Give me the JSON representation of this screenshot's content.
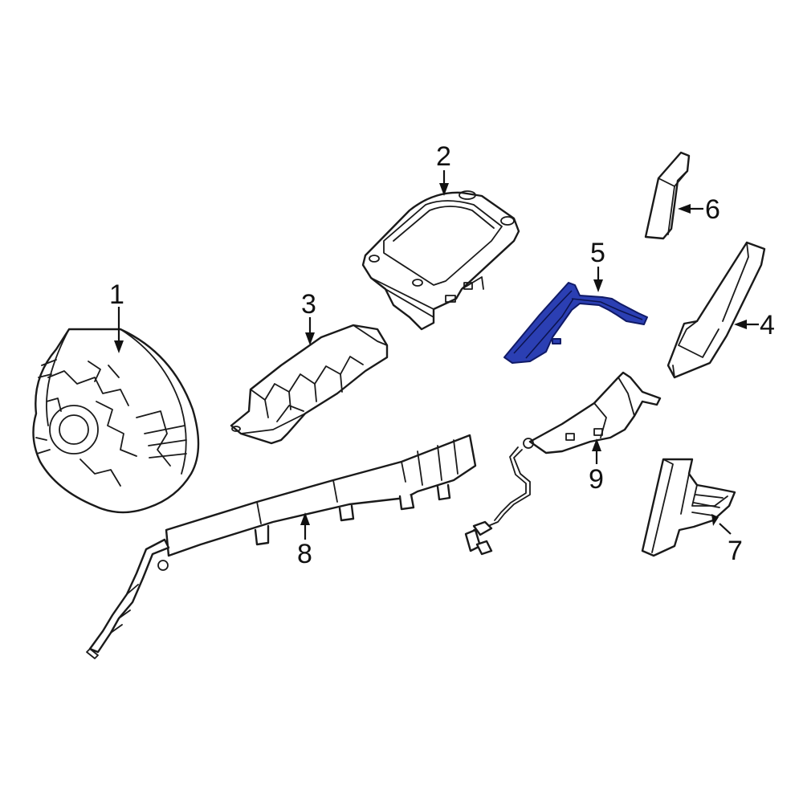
{
  "diagram": {
    "callouts": [
      {
        "id": "1",
        "label": "1"
      },
      {
        "id": "2",
        "label": "2"
      },
      {
        "id": "3",
        "label": "3"
      },
      {
        "id": "4",
        "label": "4"
      },
      {
        "id": "5",
        "label": "5"
      },
      {
        "id": "6",
        "label": "6"
      },
      {
        "id": "7",
        "label": "7"
      },
      {
        "id": "8",
        "label": "8"
      },
      {
        "id": "9",
        "label": "9"
      }
    ],
    "highlighted_part": "5",
    "highlight_color": "#2b3fb3",
    "line_color": "#1a1a1a",
    "background": "#ffffff"
  }
}
